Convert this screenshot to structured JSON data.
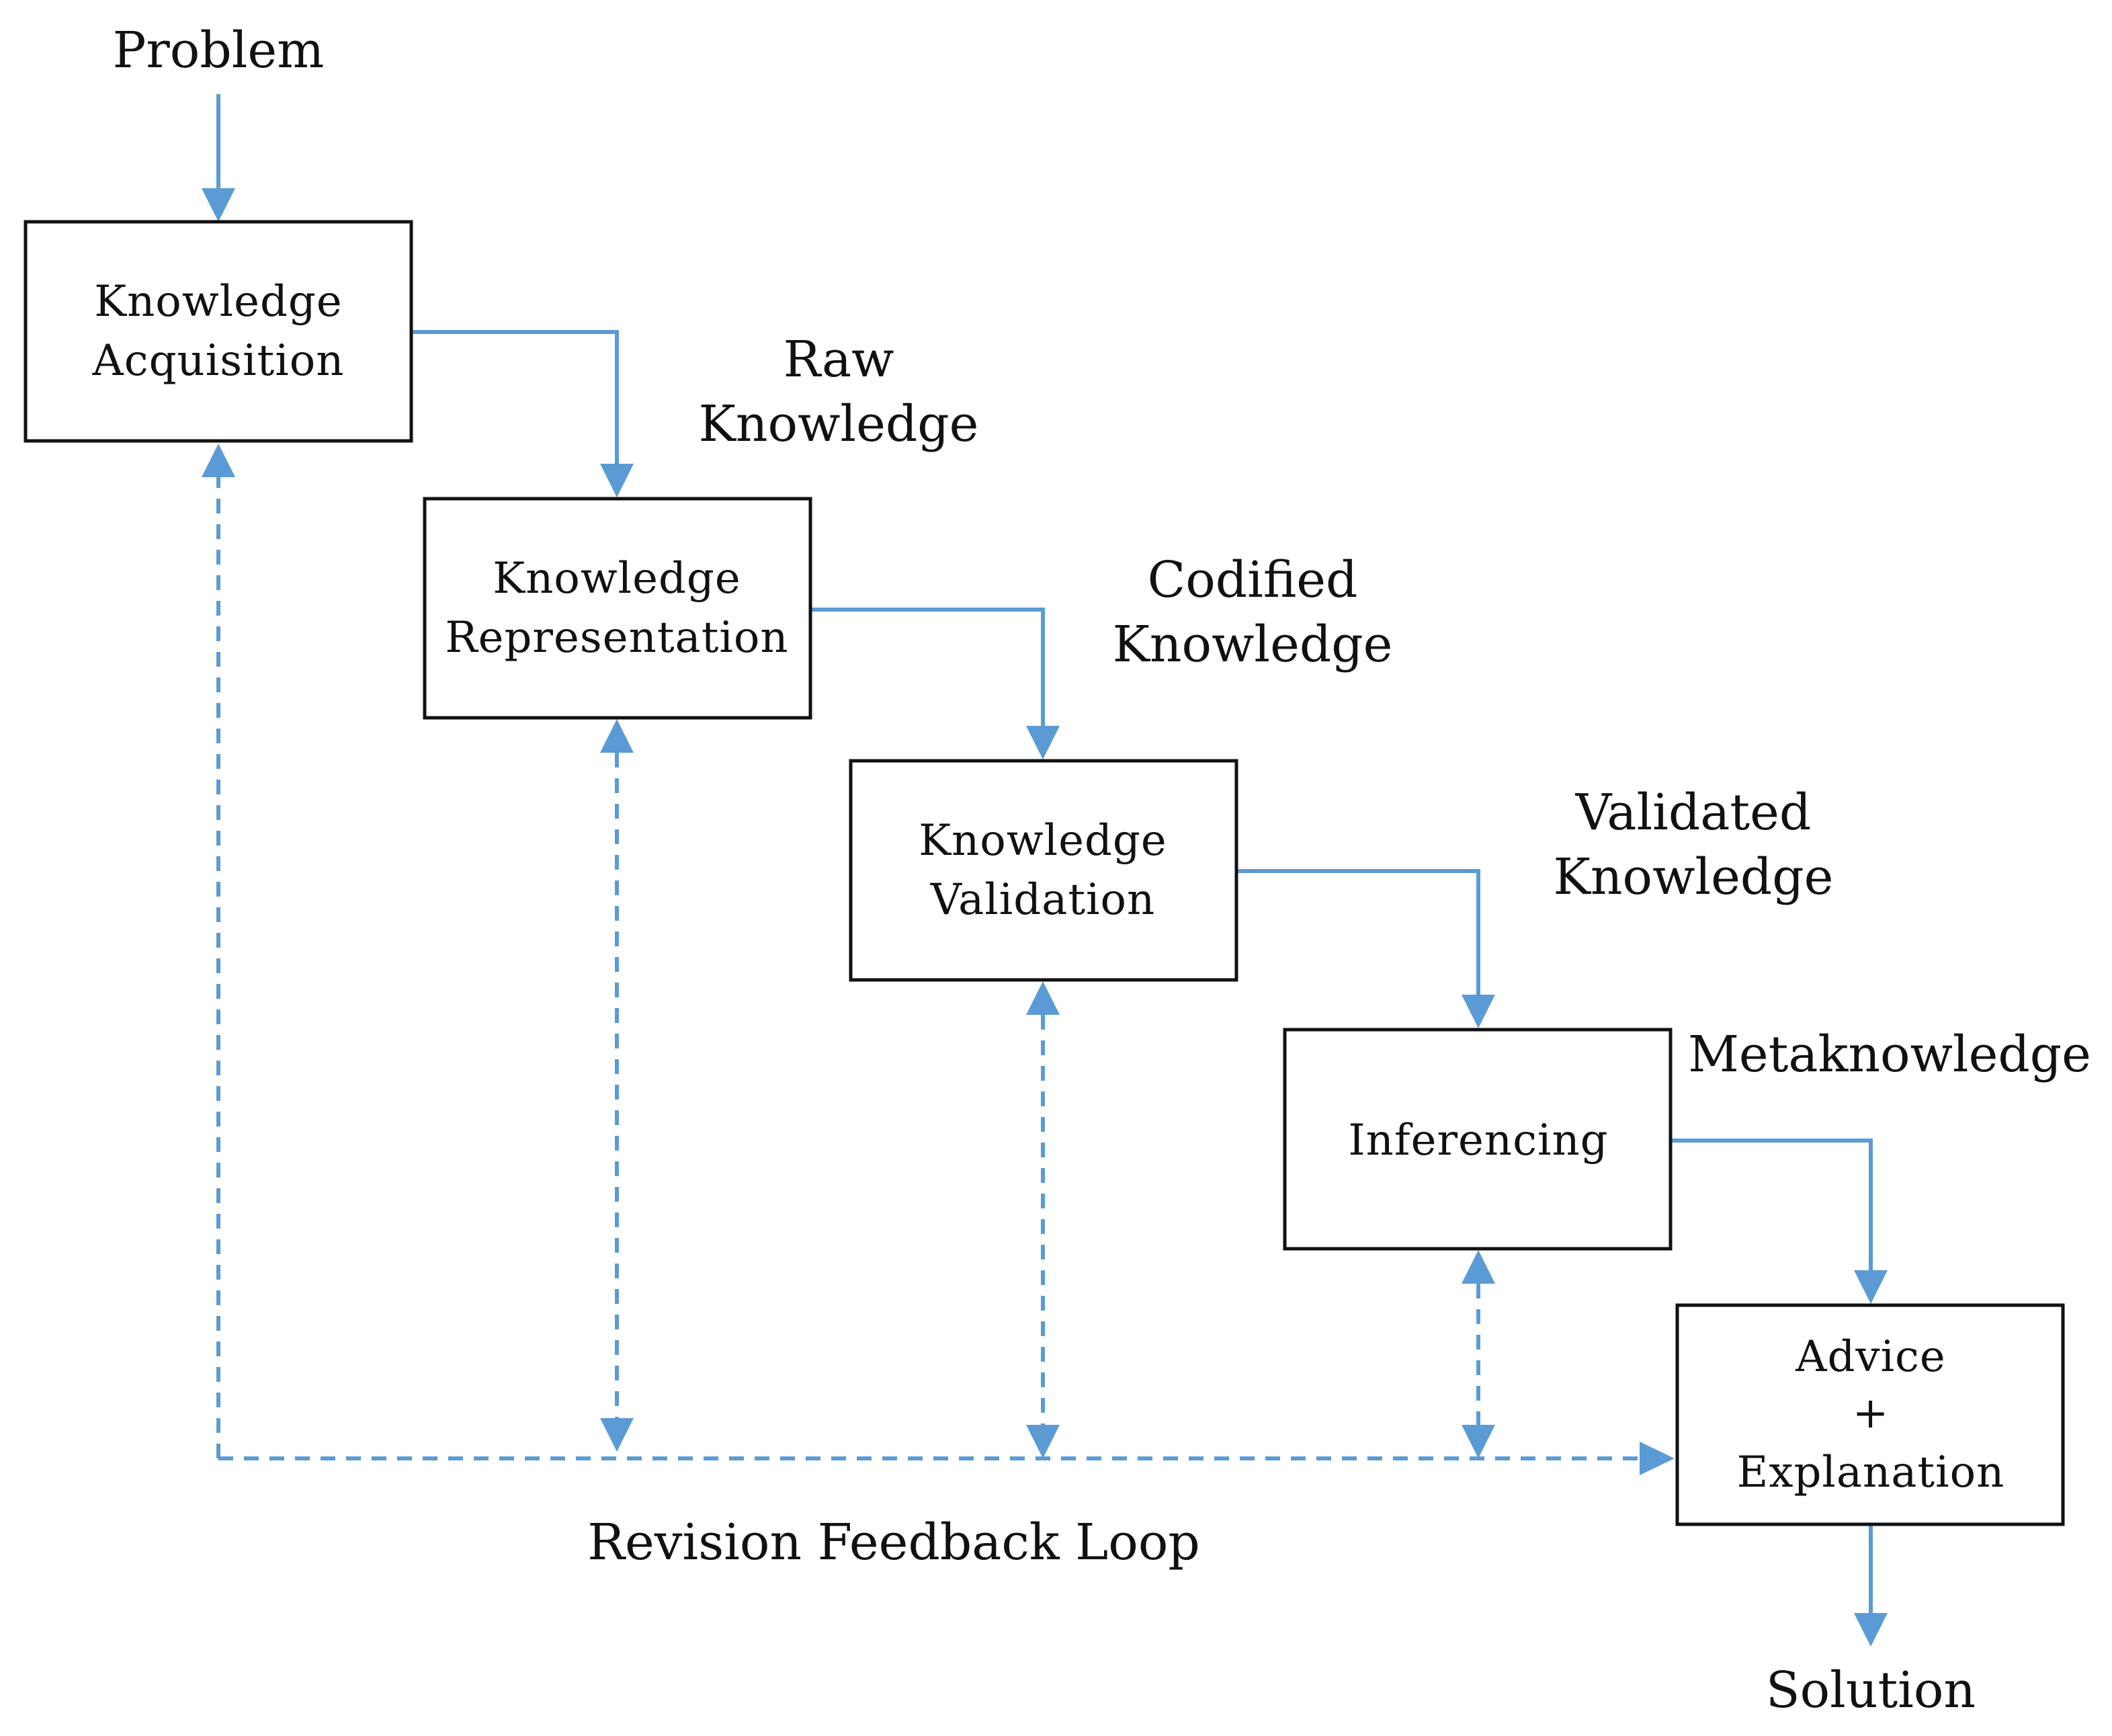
{
  "colors": {
    "arrow": "#5b9bd5",
    "box_border": "#111111",
    "text": "#111111"
  },
  "boxes": {
    "acquisition": {
      "line1": "Knowledge",
      "line2": "Acquisition"
    },
    "representation": {
      "line1": "Knowledge",
      "line2": "Representation"
    },
    "validation": {
      "line1": "Knowledge",
      "line2": "Validation"
    },
    "inferencing": {
      "line1": "Inferencing"
    },
    "advice": {
      "line1": "Advice",
      "line2": "+",
      "line3": "Explanation"
    }
  },
  "labels": {
    "problem": "Problem",
    "raw_line1": "Raw",
    "raw_line2": "Knowledge",
    "codified_line1": "Codified",
    "codified_line2": "Knowledge",
    "validated_line1": "Validated",
    "validated_line2": "Knowledge",
    "metaknowledge": "Metaknowledge",
    "feedback_loop": "Revision Feedback Loop",
    "solution": "Solution"
  }
}
